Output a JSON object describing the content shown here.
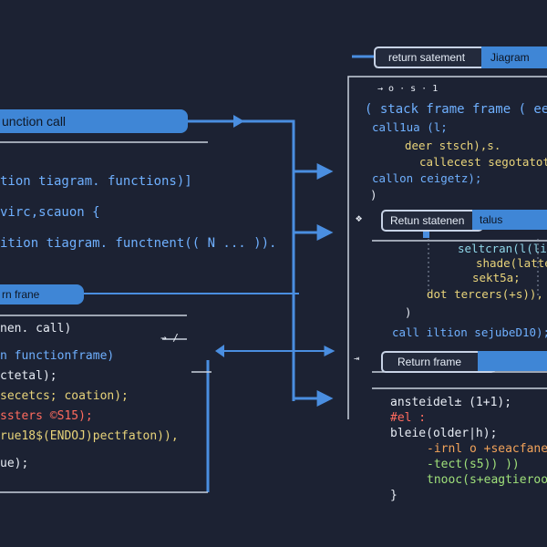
{
  "left": {
    "function_call_label": "unction call",
    "code_top": [
      "tion tiagram. functions)]",
      "virc,scauon {",
      "ition tiagram. functnent(( N ... ))."
    ],
    "return_frame_label": "rn frane",
    "code_bottom": [
      "nen. call)",
      "n functionframe)",
      "ctetal);",
      "secetcs; coation);",
      "ssters   ©S15);",
      "rue18$(ENDOJ)pectfaton)),",
      "ue);"
    ],
    "arrow_tag": "→ /"
  },
  "right": {
    "return_statement_label": "return satement",
    "diagram_tag": "Jiagram",
    "top_lines": [
      "→ o · s · 1",
      "( stack  frame frame ( eer",
      "call1ua (l;",
      "deer stsch),s.",
      "callecest segotatotali",
      "callon ceigetz);",
      ")"
    ],
    "return_value_label": "Retun statenen",
    "value_tag": "talus",
    "mid_lines": [
      "seltcran(l(lim",
      "shade(latte",
      "sekt5a;",
      "dot  tercers(+s)),",
      ")",
      "call iltion  sejubeD10);"
    ],
    "return_frame_label": "Return frame",
    "bottom_lines": [
      "ansteidel±  (1+1);",
      "#el :",
      "bleie(older|h);",
      "-irnl o +seacfane)",
      "-tect(s5)) ))",
      "tnooc(s+eagtieroo",
      "}"
    ]
  },
  "colors": {
    "background": "#1c2233",
    "accent_blue": "#3f86d6",
    "wire": "#4a8ee0"
  }
}
